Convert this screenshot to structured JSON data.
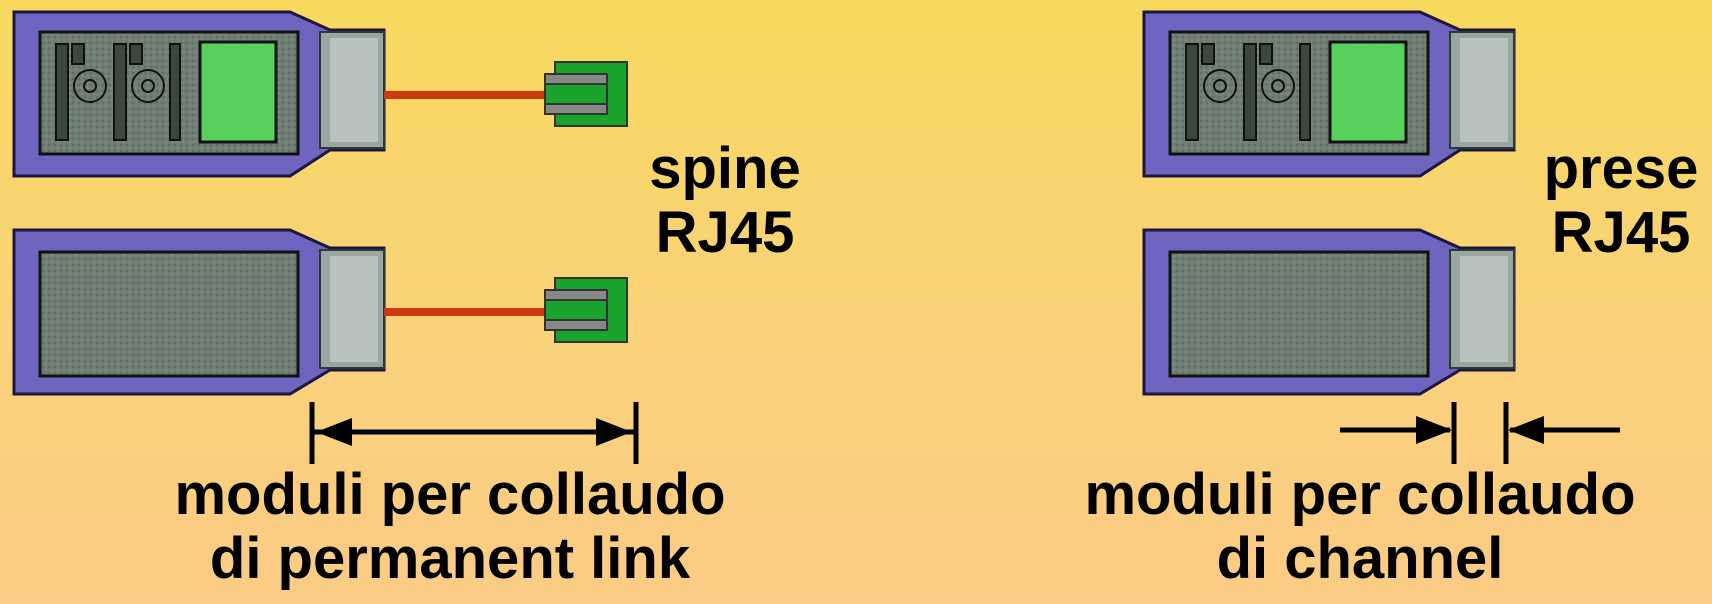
{
  "left_panel": {
    "connector_label_line1": "spine",
    "connector_label_line2": "RJ45",
    "caption_line1": "moduli per collaudo",
    "caption_line2": "di permanent link"
  },
  "right_panel": {
    "connector_label_line1": "prese",
    "connector_label_line2": "RJ45",
    "caption_line1": "moduli per collaudo",
    "caption_line2": "di channel"
  },
  "colors": {
    "background_top": "#f7d95e",
    "background_bottom": "#fbcb85",
    "device_frame": "#6f64bf",
    "device_body": "#6b7b72",
    "screen": "#56d15e",
    "cable": "#cc3a12",
    "connector": "#1aa42c"
  }
}
